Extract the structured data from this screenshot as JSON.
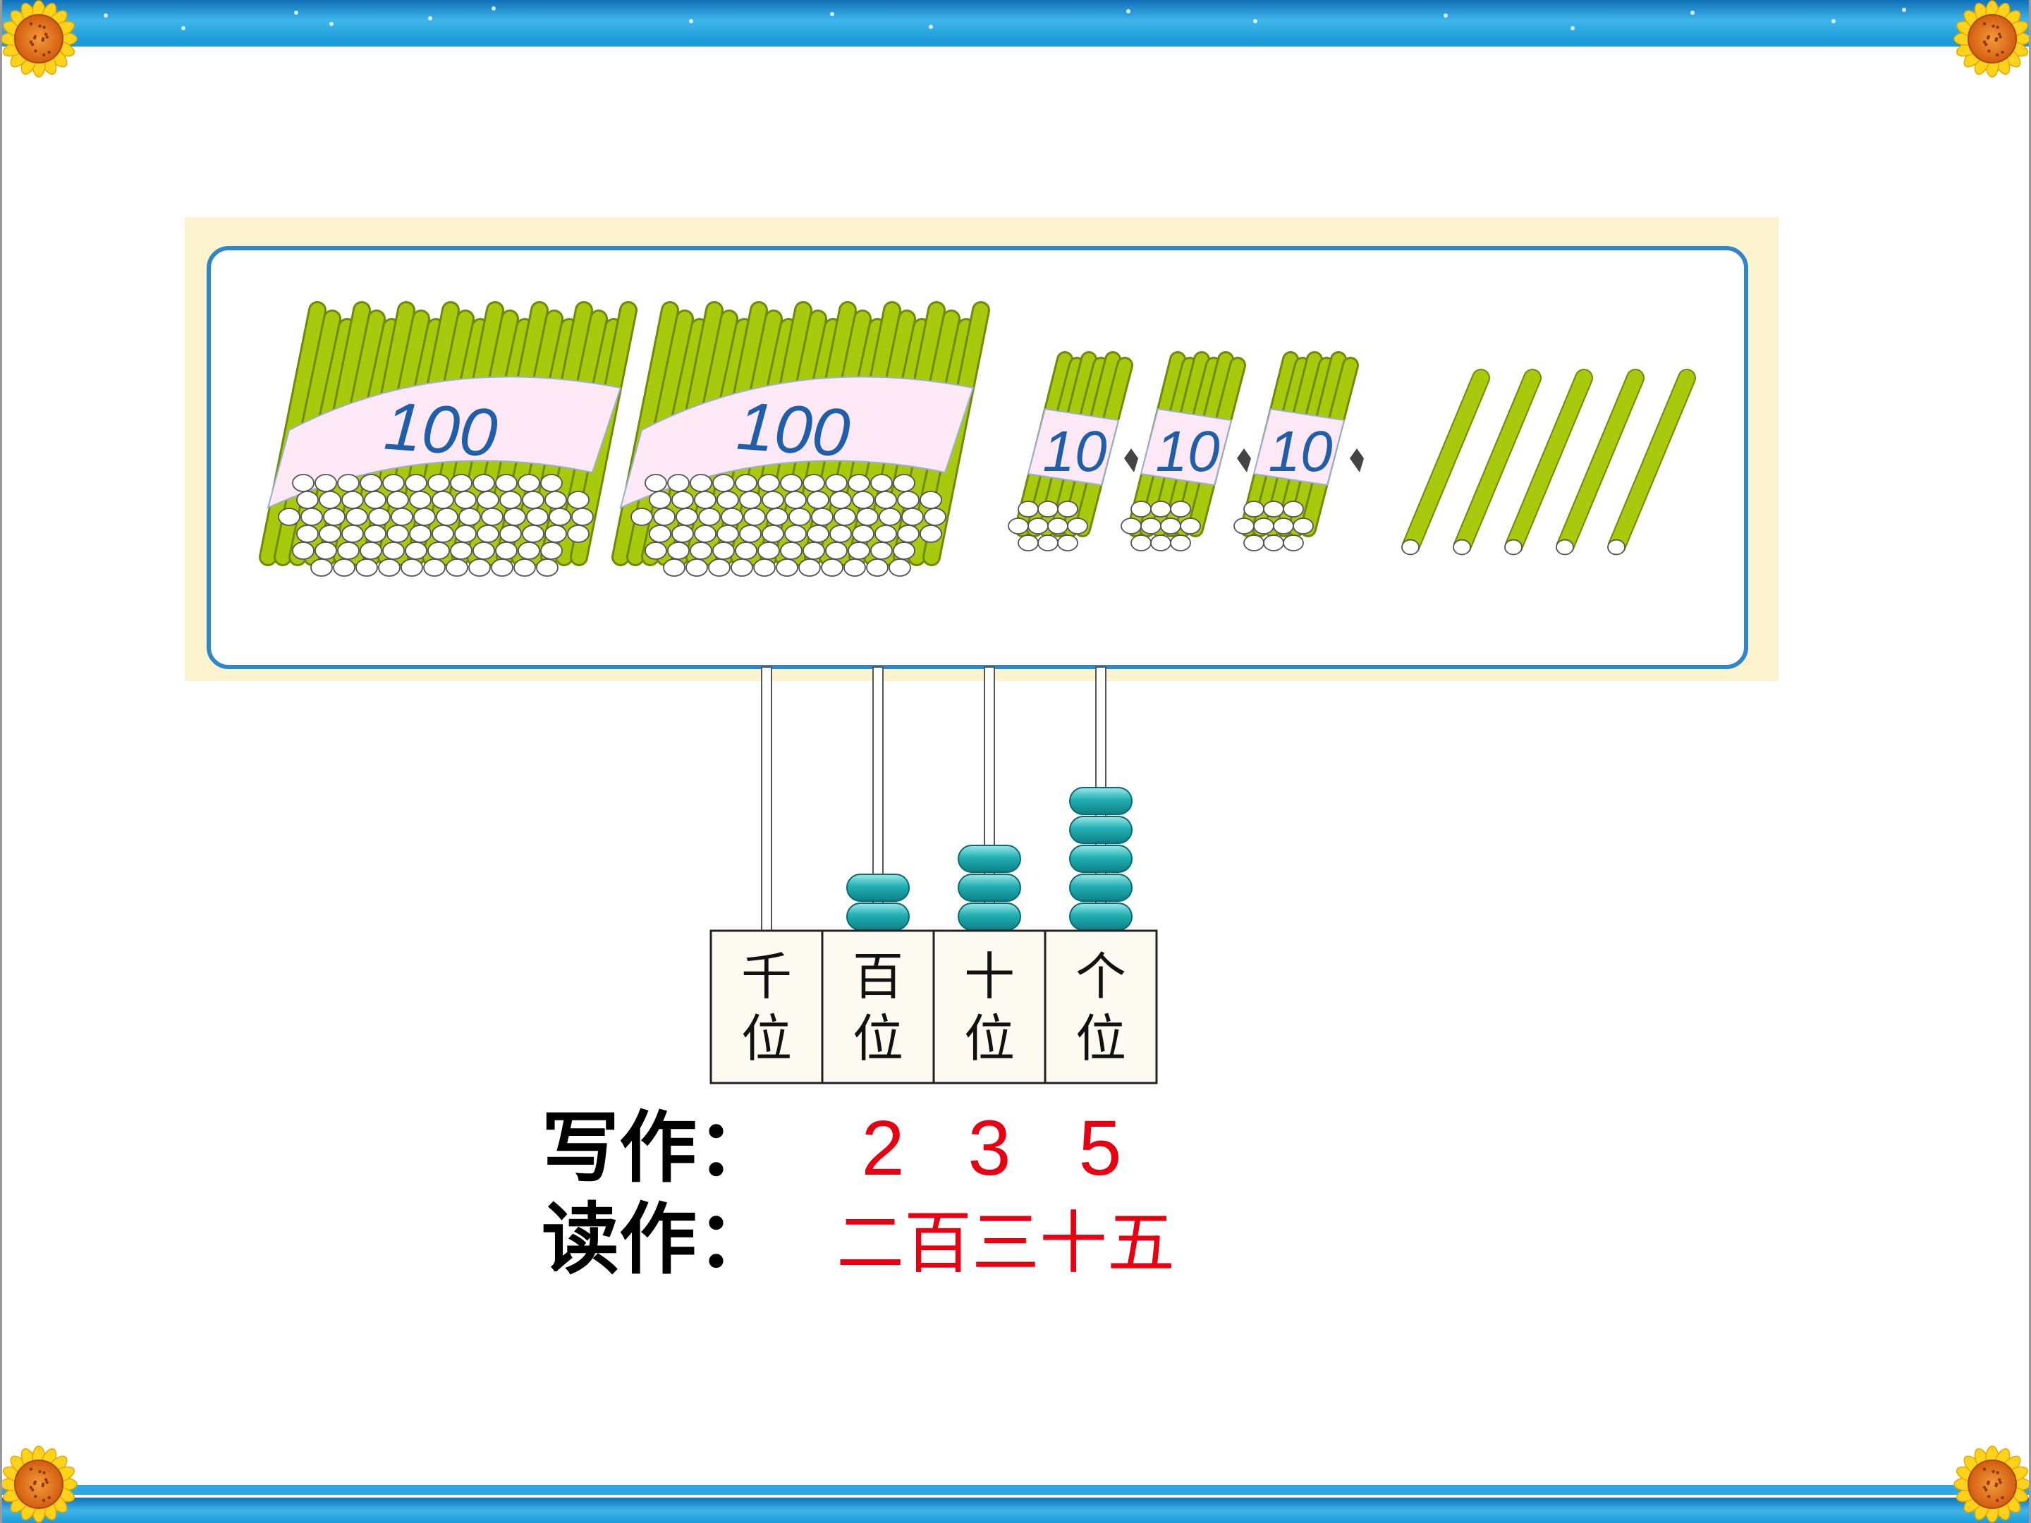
{
  "colors": {
    "band_blue": "#1b9bd8",
    "panel_cream": "#fcf3cf",
    "panel_border": "#2f87c9",
    "stick_green": "#a8c90c",
    "stick_dark": "#6f8a05",
    "label_pink": "#fde9f5",
    "label_text": "#1f5fa8",
    "bead_teal": "#1aa7a7",
    "answer_red": "#e60012",
    "text_black": "#000000"
  },
  "bundles_100": [
    {
      "label": "100"
    },
    {
      "label": "100"
    }
  ],
  "bundles_10": [
    {
      "label": "10"
    },
    {
      "label": "10"
    },
    {
      "label": "10"
    }
  ],
  "single_sticks": 5,
  "abacus": {
    "columns": [
      {
        "label_top": "千",
        "label_bottom": "位",
        "beads": 0
      },
      {
        "label_top": "百",
        "label_bottom": "位",
        "beads": 2
      },
      {
        "label_top": "十",
        "label_bottom": "位",
        "beads": 3
      },
      {
        "label_top": "个",
        "label_bottom": "位",
        "beads": 5
      }
    ]
  },
  "written": {
    "label": "写作：",
    "digits": [
      "2",
      "3",
      "5"
    ]
  },
  "read": {
    "label": "读作：",
    "value": "二百三十五"
  },
  "decor": {
    "corner_icon": "sunflower-icon"
  }
}
